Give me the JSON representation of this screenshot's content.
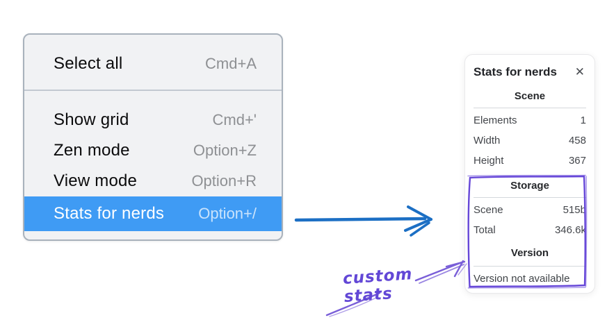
{
  "context_menu": {
    "sections": [
      {
        "items": [
          {
            "label": "Select all",
            "shortcut": "Cmd+A",
            "highlighted": false
          }
        ]
      },
      {
        "items": [
          {
            "label": "Show grid",
            "shortcut": "Cmd+'",
            "highlighted": false
          },
          {
            "label": "Zen mode",
            "shortcut": "Option+Z",
            "highlighted": false
          },
          {
            "label": "View mode",
            "shortcut": "Option+R",
            "highlighted": false
          },
          {
            "label": "Stats for nerds",
            "shortcut": "Option+/",
            "highlighted": true
          }
        ]
      }
    ],
    "highlight_color": "#3f9bf4"
  },
  "stats_panel": {
    "title": "Stats for nerds",
    "close_icon": "✕",
    "sections": [
      {
        "heading": "Scene",
        "rows": [
          {
            "label": "Elements",
            "value": "1"
          },
          {
            "label": "Width",
            "value": "458"
          },
          {
            "label": "Height",
            "value": "367"
          }
        ]
      },
      {
        "heading": "Storage",
        "rows": [
          {
            "label": "Scene",
            "value": "515b"
          },
          {
            "label": "Total",
            "value": "346.6k"
          }
        ]
      },
      {
        "heading": "Version",
        "note": "Version not available"
      }
    ]
  },
  "annotations": {
    "custom_stats_label": "custom stats",
    "blue_arrow_color": "#1c6fc4",
    "purple_color": "#6647d8"
  }
}
